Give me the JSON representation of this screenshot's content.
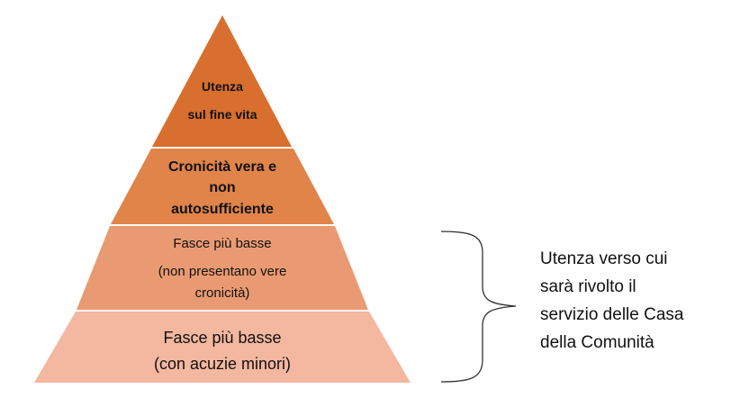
{
  "pyramid": {
    "levels": [
      {
        "lines": [
          "Utenza",
          "sul fine vita"
        ],
        "color": "#D86F2E"
      },
      {
        "lines": [
          "Cronicità vera e",
          "non",
          "autosufficiente"
        ],
        "color": "#E0844A"
      },
      {
        "lines": [
          "Fasce più basse",
          "(non presentano vere",
          "cronicità)"
        ],
        "color": "#EA9A72"
      },
      {
        "lines": [
          "Fasce più basse",
          "(con acuzie minori)"
        ],
        "color": "#F4B7A0"
      }
    ]
  },
  "annotation": {
    "lines": [
      "Utenza verso cui",
      "sarà rivolto il",
      "servizio delle Casa",
      "della Comunità"
    ]
  }
}
